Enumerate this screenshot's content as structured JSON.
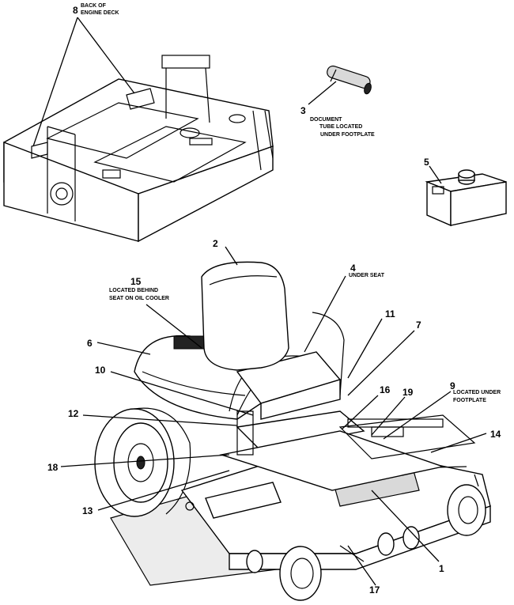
{
  "callouts": [
    {
      "number": "1"
    },
    {
      "number": "2"
    },
    {
      "number": "3",
      "note": [
        "DOCUMENT",
        "TUBE LOCATED",
        "UNDER FOOTPLATE"
      ]
    },
    {
      "number": "4",
      "note": [
        "UNDER SEAT"
      ]
    },
    {
      "number": "5"
    },
    {
      "number": "6"
    },
    {
      "number": "7"
    },
    {
      "number": "8",
      "note": [
        "BACK OF",
        "ENGINE DECK"
      ]
    },
    {
      "number": "9",
      "note": [
        "LOCATED UNDER",
        "FOOTPLATE"
      ]
    },
    {
      "number": "10"
    },
    {
      "number": "11"
    },
    {
      "number": "12"
    },
    {
      "number": "13"
    },
    {
      "number": "14"
    },
    {
      "number": "15",
      "note": [
        "LOCATED BEHIND",
        "SEAT ON OIL COOLER"
      ]
    },
    {
      "number": "16"
    },
    {
      "number": "17"
    },
    {
      "number": "18"
    },
    {
      "number": "19"
    }
  ]
}
